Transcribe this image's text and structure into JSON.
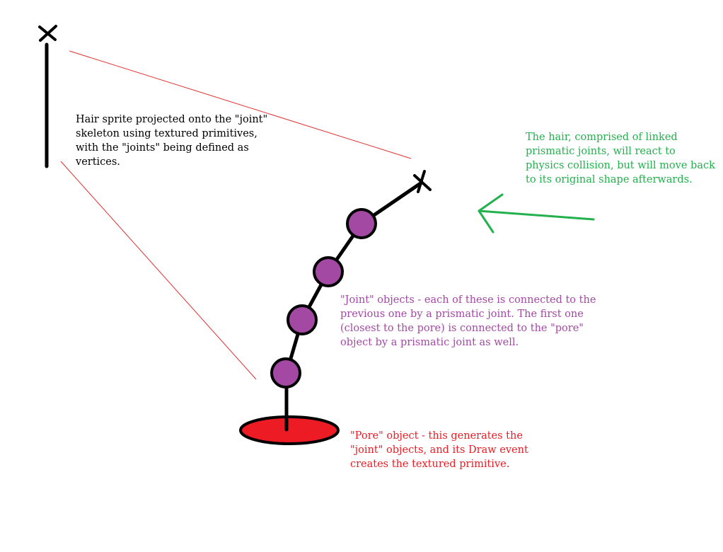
{
  "annotations": {
    "hair_sprite": "Hair sprite projected onto the \"joint\" skeleton using textured primitives, with the \"joints\" being defined as vertices.",
    "hair_physics": "The hair, comprised of linked prismatic joints, will react to physics collision, but will move back to its original shape afterwards.",
    "joint_objects": "\"Joint\" objects - each of these is connected to the previous one by a prismatic joint. The first one (closest to the pore) is connected to the \"pore\" object by a prismatic joint as well.",
    "pore_object": "\"Pore\" object - this generates the \"joint\" objects, and its Draw event creates the textured primitive."
  },
  "colors": {
    "ink": "#000000",
    "projection_lines": "#e03030",
    "physics_note": "#22b14c",
    "joint": "#a349a4",
    "pore": "#ed1c24"
  }
}
